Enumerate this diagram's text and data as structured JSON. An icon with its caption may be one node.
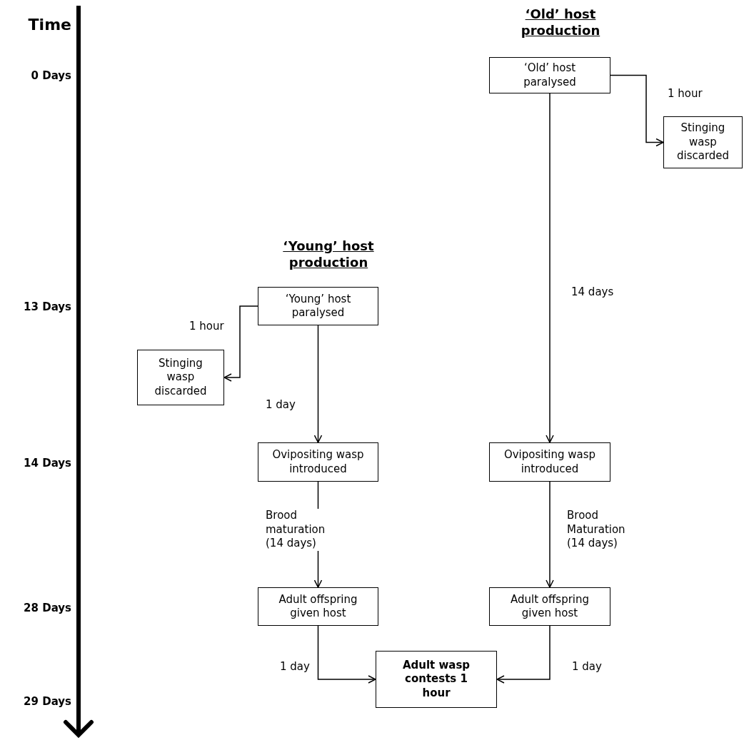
{
  "diagram": {
    "nodes": [
      {
        "text": [
          "‘Old’ host paralysed"
        ]
      },
      {
        "text": [
          "Stinging wasp discarded"
        ]
      },
      {
        "text": [
          "‘Young’ host paralysed"
        ]
      },
      {
        "text": [
          "Stinging wasp discarded"
        ]
      },
      {
        "text": [
          "Ovipositing wasp introduced"
        ]
      },
      {
        "text": [
          "Ovipositing wasp introduced"
        ]
      },
      {
        "text": [
          "Adult offspring given host"
        ]
      },
      {
        "text": [
          "Adult offspring given host"
        ]
      },
      {
        "text": [
          "Adult wasp contests 1 hour"
        ]
      }
    ],
    "edges": [
      {
        "from": 0,
        "to": 1,
        "arrow": "to",
        "label": "1 hour"
      },
      {
        "from": 0,
        "to": 5,
        "arrow": "to",
        "label": "14 days"
      },
      {
        "from": 2,
        "to": 3,
        "arrow": "to",
        "label": "1 hour"
      },
      {
        "from": 2,
        "to": 4,
        "arrow": "to",
        "label": "1 day"
      },
      {
        "from": 4,
        "to": 6,
        "arrow": "to",
        "label": "Brood maturation (14 days)"
      },
      {
        "from": 5,
        "to": 7,
        "arrow": "to",
        "label": "Brood Maturation (14 days)"
      },
      {
        "from": 6,
        "to": 8,
        "arrow": "to",
        "label": "1 day"
      },
      {
        "from": 7,
        "to": 8,
        "arrow": "to",
        "label": "1 day"
      }
    ],
    "labels": [
      "Time",
      "‘Old’ host production",
      "0 Days",
      "‘Young’ host production",
      "13 Days",
      "14 Days",
      "28 Days",
      "29 Days"
    ]
  }
}
